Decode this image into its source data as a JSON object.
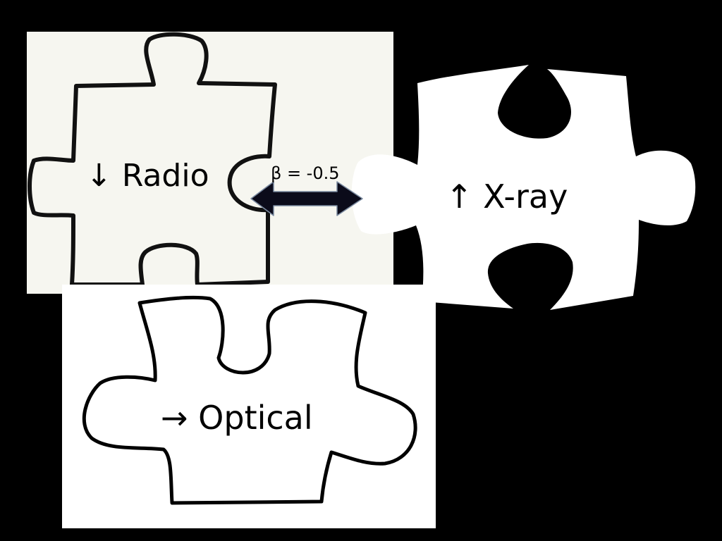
{
  "slide": {
    "background": "#000000",
    "pieces": {
      "radio": {
        "label": "↓ Radio",
        "fill": "#f6f6f0",
        "outline": "#111111"
      },
      "xray": {
        "label": "↑ X-ray",
        "fill": "#ffffff"
      },
      "optical": {
        "label": "→ Optical",
        "fill": "#ffffff",
        "outline": "#000000"
      }
    },
    "connector": {
      "label": "β = -0.5",
      "color": "#0b0b1a"
    }
  }
}
